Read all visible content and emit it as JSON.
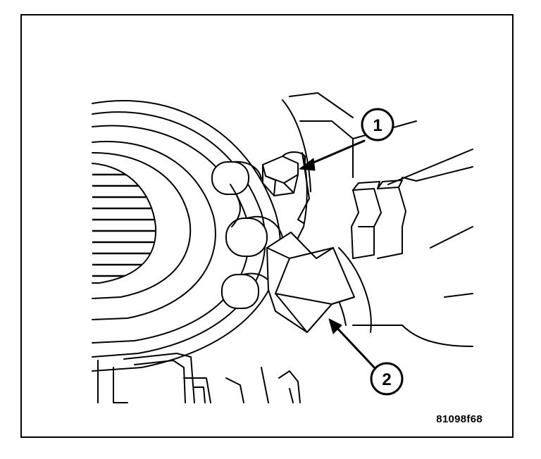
{
  "callouts": [
    {
      "number": "1",
      "points_to": "bolt"
    },
    {
      "number": "2",
      "points_to": "sensor"
    }
  ],
  "figure_id": "81098f68",
  "colors": {
    "line": "#000000",
    "background": "#ffffff"
  }
}
